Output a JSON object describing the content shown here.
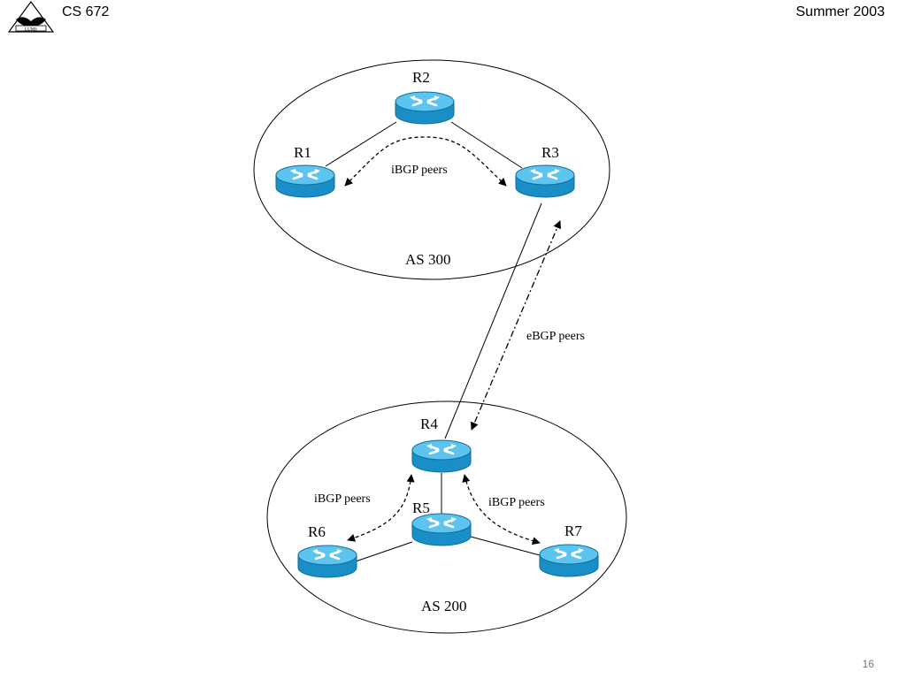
{
  "header": {
    "course": "CS 672",
    "term": "Summer 2003",
    "logo_text": "LUMS"
  },
  "page_number": "16",
  "routers": {
    "r1": "R1",
    "r2": "R2",
    "r3": "R3",
    "r4": "R4",
    "r5": "R5",
    "r6": "R6",
    "r7": "R7"
  },
  "autonomous_systems": {
    "top": "AS 300",
    "bottom": "AS 200"
  },
  "peer_labels": {
    "ibgp_top": "iBGP peers",
    "ebgp": "eBGP peers",
    "ibgp_bottom_left": "iBGP peers",
    "ibgp_bottom_right": "iBGP peers"
  },
  "colors": {
    "router_body": "#1a8fc7",
    "router_top": "#5cc4ef",
    "router_dark": "#0e6d9c",
    "arrow": "#ffffff"
  }
}
